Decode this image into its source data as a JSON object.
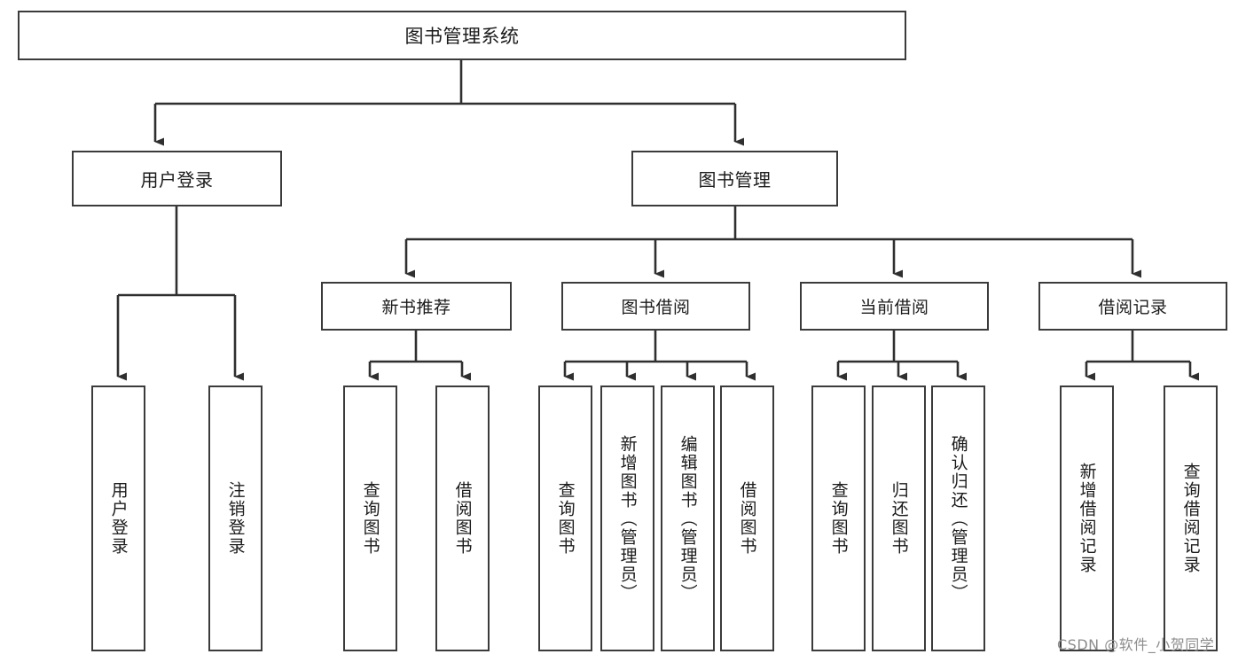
{
  "diagram": {
    "title": "图书管理系统",
    "type": "tree-hierarchy-chart",
    "root": {
      "id": "root",
      "label": "图书管理系统"
    },
    "level1": [
      {
        "id": "user-login",
        "label": "用户登录"
      },
      {
        "id": "book-manage",
        "label": "图书管理"
      }
    ],
    "level2": [
      {
        "id": "new-book-recommend",
        "label": "新书推荐",
        "parent": "book-manage"
      },
      {
        "id": "book-borrow",
        "label": "图书借阅",
        "parent": "book-manage"
      },
      {
        "id": "current-borrow",
        "label": "当前借阅",
        "parent": "book-manage"
      },
      {
        "id": "borrow-record",
        "label": "借阅记录",
        "parent": "book-manage"
      }
    ],
    "leaves": {
      "user_login": [
        {
          "id": "leaf-user-login",
          "label": "用户登录"
        },
        {
          "id": "leaf-user-logout",
          "label": "注销登录"
        }
      ],
      "new_book_recommend": [
        {
          "id": "leaf-query-book-1",
          "label": "查询图书"
        },
        {
          "id": "leaf-borrow-book-1",
          "label": "借阅图书"
        }
      ],
      "book_borrow": [
        {
          "id": "leaf-query-book-2",
          "label": "查询图书"
        },
        {
          "id": "leaf-add-book",
          "label": "新增图书（管理员）"
        },
        {
          "id": "leaf-edit-book",
          "label": "编辑图书（管理员）"
        },
        {
          "id": "leaf-borrow-book-2",
          "label": "借阅图书"
        }
      ],
      "current_borrow": [
        {
          "id": "leaf-query-book-3",
          "label": "查询图书"
        },
        {
          "id": "leaf-return-book",
          "label": "归还图书"
        },
        {
          "id": "leaf-confirm-return",
          "label": "确认归还（管理员）"
        }
      ],
      "borrow_record": [
        {
          "id": "leaf-add-record",
          "label": "新增借阅记录"
        },
        {
          "id": "leaf-query-record",
          "label": "查询借阅记录"
        }
      ]
    }
  },
  "watermark": {
    "text": "CSDN @软件_小贺同学"
  },
  "colors": {
    "background": "#ffffff",
    "box_border": "#3b3b3b",
    "box_fill": "#ffffff",
    "text": "#1b1b1b",
    "edge": "#2f2f2f",
    "watermark": "#8d8d8d"
  }
}
